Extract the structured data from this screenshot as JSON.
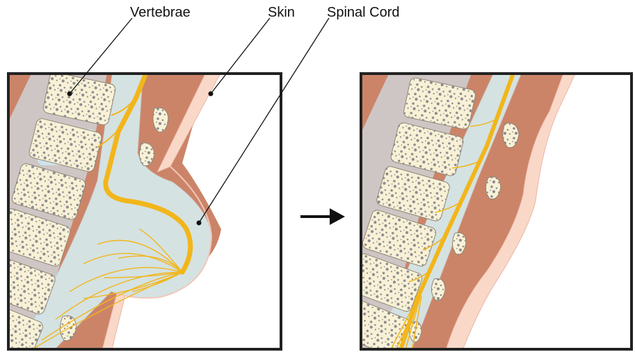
{
  "labels": {
    "vertebrae": "Vertebrae",
    "skin": "Skin",
    "spinal_cord": "Spinal Cord"
  },
  "colors": {
    "muscle": "#cc8468",
    "skin_layer": "#f9d8c8",
    "bone": "#f8f1d6",
    "bone_speckle": "#8c8c90",
    "disc": "#cfe3ec",
    "csf": "#d5e2e2",
    "nerve": "#f2b61a",
    "frame": "#222222"
  },
  "icons": {
    "transition_arrow": "right-arrow-icon"
  }
}
